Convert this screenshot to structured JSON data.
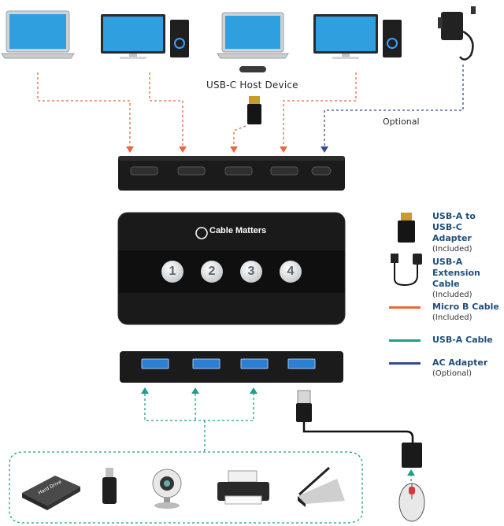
{
  "labels": {
    "host_device": "USB-C Host Device",
    "optional": "Optional",
    "brand": "Cable Matters"
  },
  "buttons": [
    "1",
    "2",
    "3",
    "4"
  ],
  "legend": [
    {
      "title_line1": "USB-A to",
      "title_line2": "USB-C Adapter",
      "sub": "(Included)",
      "icon": "usb-c-adapter-icon"
    },
    {
      "title_line1": "USB-A",
      "title_line2": "Extension Cable",
      "sub": "(Included)",
      "icon": "usb-extension-cable-icon"
    },
    {
      "title_line1": "Micro B Cable",
      "sub": "(Included)",
      "color": "#e8683f"
    },
    {
      "title_line1": "USB-A Cable",
      "color": "#1f9e8a"
    },
    {
      "title_line1": "AC Adapter",
      "sub": "(Optional)",
      "color": "#2f4e8f"
    }
  ],
  "colors": {
    "micro_b": "#e8683f",
    "usb_a": "#1f9e8a",
    "ac": "#2f4e8f",
    "usb_blue": "#2d7fd3"
  },
  "peripherals": [
    "hard-drive-icon",
    "usb-flash-drive-icon",
    "webcam-icon",
    "printer-icon",
    "scanner-icon",
    "mouse-icon"
  ],
  "hard_drive_label": "Hard Drive"
}
